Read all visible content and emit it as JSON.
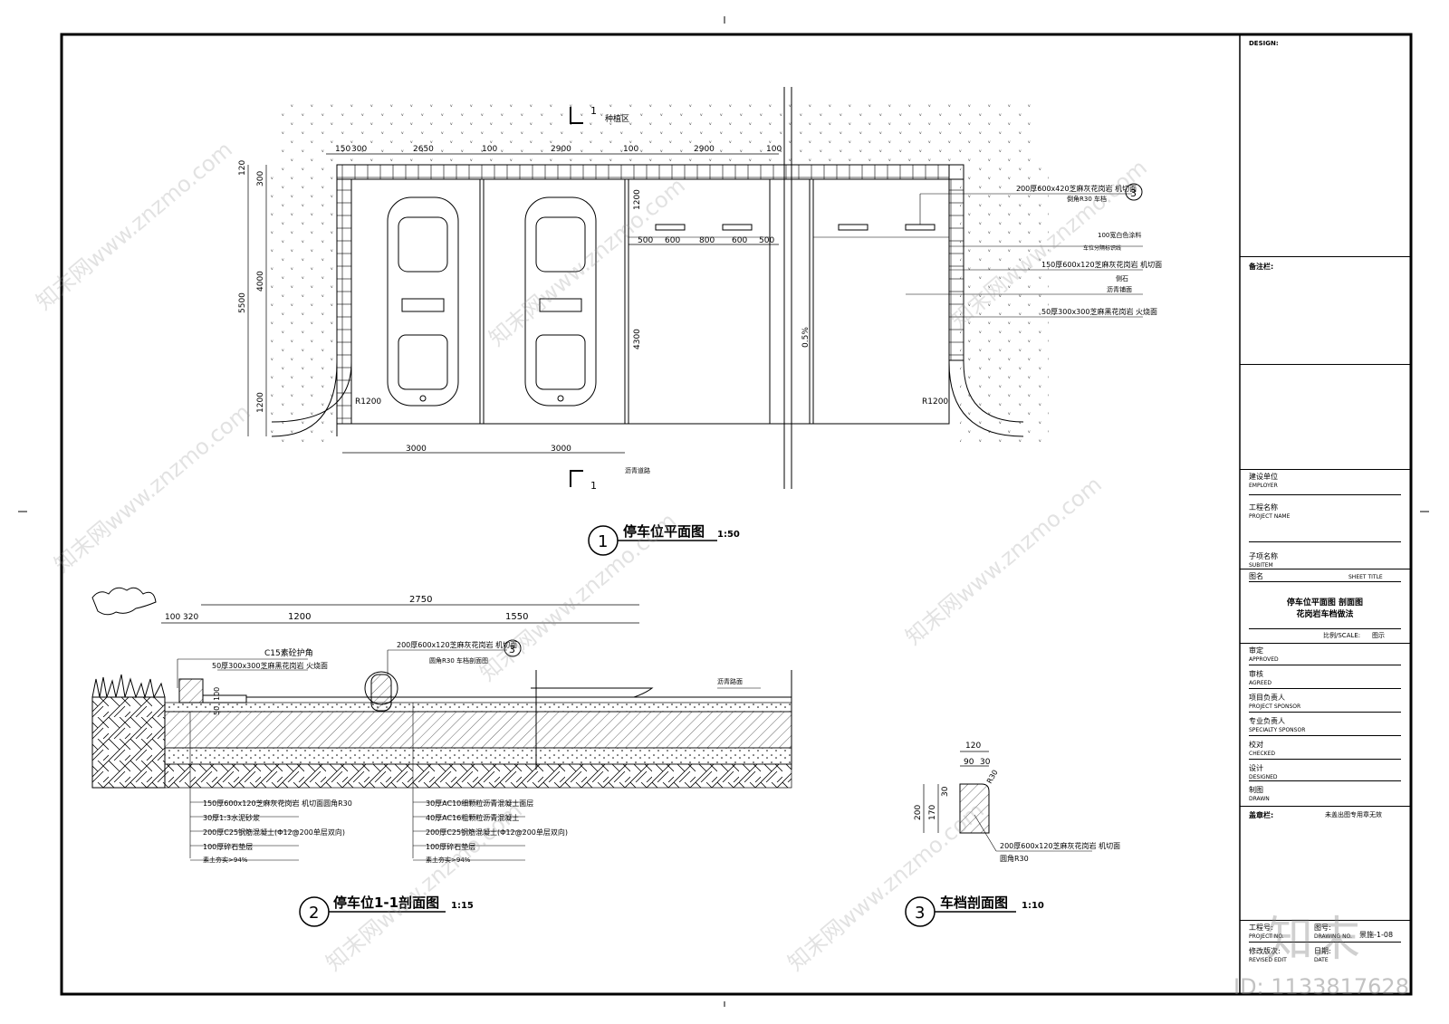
{
  "plan": {
    "section_mark_num": "1",
    "planting_zone": "种植区",
    "dims_top": [
      "150",
      "300",
      "2650",
      "100",
      "2900",
      "100",
      "2900",
      "100"
    ],
    "dims_left": [
      "120",
      "300",
      "4000",
      "5500",
      "1200"
    ],
    "dim_1200": "1200",
    "dims_stall": [
      "500",
      "600",
      "800",
      "600",
      "500"
    ],
    "dim_4300": "4300",
    "slope": "0.5%",
    "radius": "R1200",
    "dims_bottom": [
      "3000",
      "3000"
    ],
    "road": "沥青道路",
    "callout_num": "3",
    "notes": [
      "200厚600x420芝麻灰花岗岩  机切面",
      "倒角R30  车档",
      "100宽白色涂料",
      "车位分隔标识线",
      "150厚600x120芝麻灰花岗岩  机切面",
      "侧石",
      "沥青铺面",
      "50厚300x300芝麻黑花岗岩  火烧面"
    ],
    "title_num": "1",
    "title": "停车位平面图",
    "scale": "1:50"
  },
  "section": {
    "dims": [
      "2750",
      "100",
      "320",
      "1200",
      "1550"
    ],
    "notes_top": [
      "C15素砼护角",
      "50厚300x300芝麻黑花岗岩  火烧面",
      "200厚600x120芝麻灰花岗岩  机切面",
      "圆角R30  车档剖面图",
      "沥青路面"
    ],
    "dim_100": "100",
    "dim_50": "50",
    "callout_num": "3",
    "layers_left": [
      "150厚600x120芝麻灰花岗岩  机切面圆角R30",
      "30厚1:3水泥砂浆",
      "200厚C25钢筋混凝土(Φ12@200单层双向)",
      "100厚碎石垫层",
      "素土夯实>94%"
    ],
    "layers_right": [
      "30厚AC10细颗粒沥青混凝土面层",
      "40厚AC16粗颗粒沥青混凝土",
      "200厚C25钢筋混凝土(Φ12@200单层双向)",
      "100厚碎石垫层",
      "素土夯实>94%"
    ],
    "title_num": "2",
    "title": "停车位1-1剖面图",
    "scale": "1:15"
  },
  "stop": {
    "dims": [
      "120",
      "90",
      "30",
      "30",
      "200",
      "170",
      "R30"
    ],
    "notes": [
      "200厚600x120芝麻灰花岗岩  机切面",
      "圆角R30"
    ],
    "title_num": "3",
    "title": "车档剖面图",
    "scale": "1:10"
  },
  "titleblock": {
    "design": "DESIGN:",
    "remarks": "备注栏:",
    "employer_cn": "建设单位",
    "employer_en": "EMPLOYER",
    "project_cn": "工程名称",
    "project_en": "PROJECT NAME",
    "subitem_cn": "子项名称",
    "subitem_en": "SUBITEM",
    "sheet_cn": "图名",
    "sheet_en": "SHEET TITLE",
    "sheet_title_1": "停车位平面图  剖面图",
    "sheet_title_2": "花岗岩车档做法",
    "scale_label": "比例/SCALE:",
    "scale_value": "图示",
    "approved_cn": "审定",
    "approved_en": "APPROVED",
    "agreed_cn": "审核",
    "agreed_en": "AGREED",
    "sponsor_cn": "项目负责人",
    "sponsor_en": "PROJECT SPONSOR",
    "specialty_cn": "专业负责人",
    "specialty_en": "SPECIALTY SPONSOR",
    "checked_cn": "校对",
    "checked_en": "CHECKED",
    "designed_cn": "设计",
    "designed_en": "DESIGNED",
    "drawn_cn": "制图",
    "drawn_en": "DRAWN",
    "seal_cn": "盖章栏:",
    "seal_note": "未盖出图专用章无效",
    "project_no_cn": "工程号:",
    "project_no_en": "PROJECT NO.",
    "drawing_no_cn": "图号:",
    "drawing_no_en": "DRAWING NO.",
    "drawing_no": "景施-1-08",
    "rev_cn": "修改版次:",
    "rev_en": "REVISED EDIT",
    "date_cn": "日期:",
    "date_en": "DATE"
  },
  "watermark": {
    "text": "知末网www.znzmo.com",
    "logo": "知末",
    "id": "ID: 1133817628"
  }
}
